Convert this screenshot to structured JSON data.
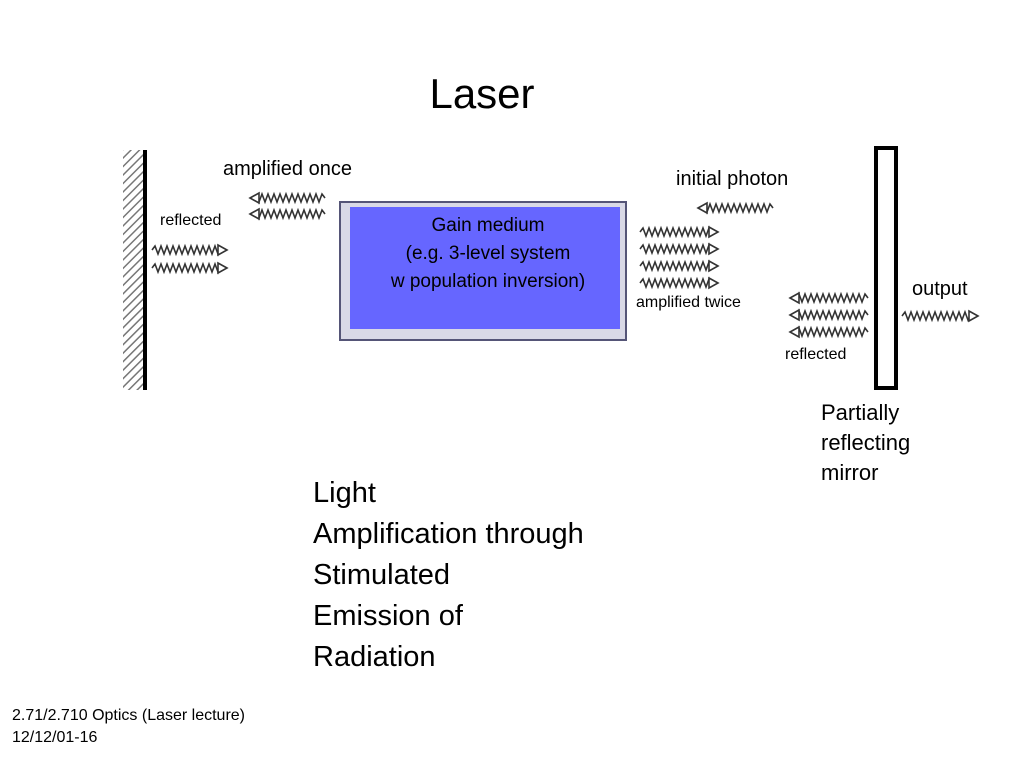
{
  "title": "Laser",
  "labels": {
    "amplified_once": "amplified once",
    "reflected_left": "reflected",
    "initial_photon": "initial photon",
    "amplified_twice": "amplified twice",
    "output": "output",
    "reflected_right": "reflected"
  },
  "gain_medium": {
    "line1": "Gain medium",
    "line2": "(e.g. 3-level system",
    "line3": "w population inversion)",
    "fill_color": "#6666ff",
    "border_color": "#555577"
  },
  "mirror_label": {
    "line1": "Partially",
    "line2": "reflecting",
    "line3": "mirror"
  },
  "acronym": {
    "line1": "Light",
    "line2": "Amplification through",
    "line3": "Stimulated",
    "line4": "Emission of",
    "line5": "Radiation"
  },
  "footer": {
    "line1": "2.71/2.710 Optics (Laser lecture)",
    "line2": "12/12/01-16"
  }
}
